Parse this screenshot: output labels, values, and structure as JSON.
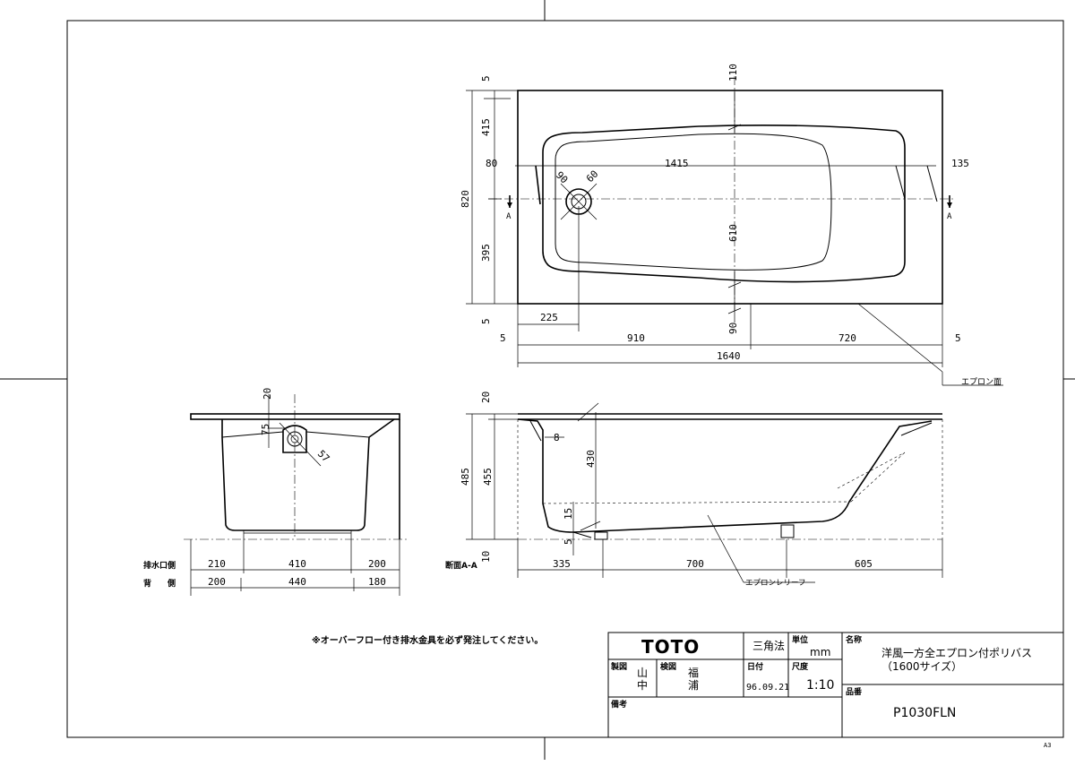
{
  "sheet": {
    "size_mark": "A3"
  },
  "plan_view": {
    "dims": {
      "top_edge_5": "5",
      "top_110": "110",
      "left_415": "415",
      "left_820": "820",
      "left_395": "395",
      "bottom_edge_5": "5",
      "left_80": "80",
      "len_1415": "1415",
      "right_135": "135",
      "drain_90": "90",
      "drain_60": "60",
      "width_610": "610",
      "bottom_90": "90",
      "drain_225": "225",
      "b_5_left": "5",
      "b_910": "910",
      "b_720": "720",
      "b_5_right": "5",
      "total_1640": "1640"
    },
    "section_marks": {
      "left": "A",
      "right": "A"
    },
    "apron_face_label": "エプロン面"
  },
  "end_view": {
    "dims": {
      "top_20": "20",
      "h_75": "75",
      "d_57": "57"
    },
    "rows": [
      {
        "label": "排水口側",
        "values": [
          "210",
          "410",
          "200"
        ]
      },
      {
        "label": "背　　側",
        "values": [
          "200",
          "440",
          "180"
        ]
      }
    ]
  },
  "section_view": {
    "title": "断面A-A",
    "dims": {
      "top_20": "20",
      "h_485": "485",
      "h_455": "455",
      "w_8": "8",
      "h_430": "430",
      "h_15": "15",
      "h_5": "5",
      "h_10": "10",
      "b_335": "335",
      "b_700": "700",
      "b_605": "605"
    },
    "apron_relief_label": "エプロンレリーフ"
  },
  "notes": {
    "order_note": "※オーバーフロー付き排水金具を必ず発注してください。"
  },
  "title_block": {
    "logo": "TOTO",
    "projection": "三角法",
    "unit_label": "単位",
    "unit_value": "mm",
    "name_label": "名称",
    "name_line1": "洋風一方全エプロン付ポリバス",
    "name_line2": "（1600サイズ）",
    "drawn_label": "製図",
    "drawn_by_1": "山",
    "drawn_by_2": "中",
    "checked_label": "検図",
    "checked_by_1": "福",
    "checked_by_2": "浦",
    "date_label": "日付",
    "date_value": "96.09.21",
    "scale_label": "尺度",
    "scale_value": "1:10",
    "part_no_label": "品番",
    "part_no": "P1030FLN",
    "remarks_label": "備考"
  }
}
